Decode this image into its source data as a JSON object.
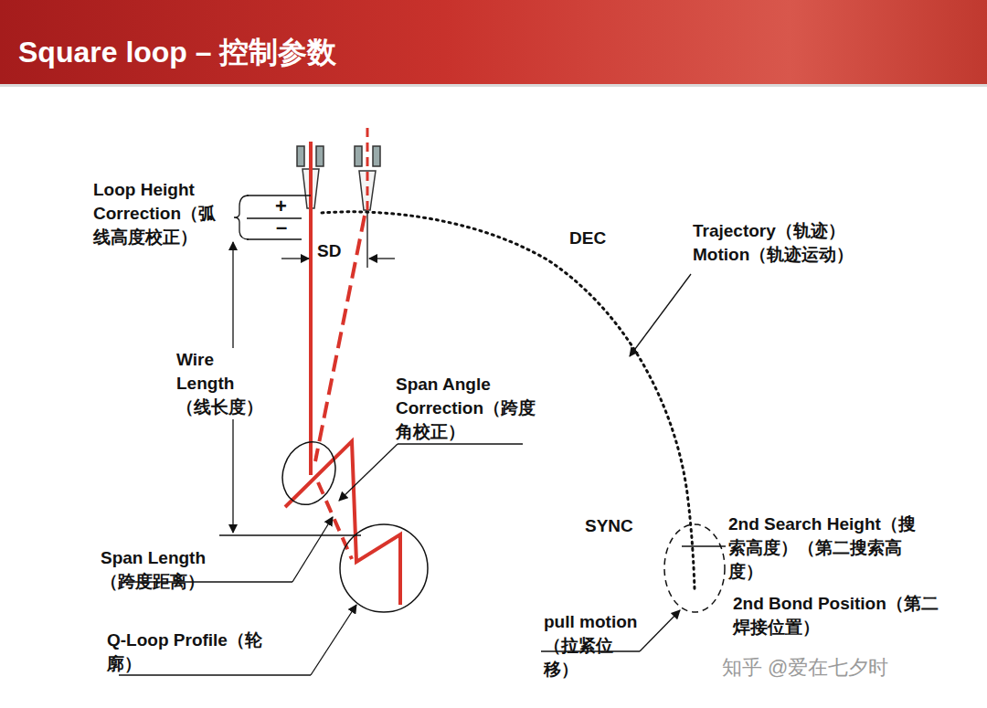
{
  "diagram": {
    "title": "Square loop – 控制参数",
    "labels": [
      "+",
      "–",
      "Loop Height Correction（弧线高度校正）",
      "SD",
      "DEC",
      "Trajectory（轨迹） Motion（轨迹运动）",
      "Wire Length（线长度）",
      "Span Angle Correction（跨度角校正）",
      "Span Length（跨度距离）",
      "Q-Loop Profile（轮廓）",
      "SYNC",
      "2nd Search Height（搜索高度）（第二搜索高度）",
      "2nd Bond Position（第二焊接位置）",
      "pull motion（拉紧位移）",
      "知乎 @爱在七夕时"
    ]
  }
}
